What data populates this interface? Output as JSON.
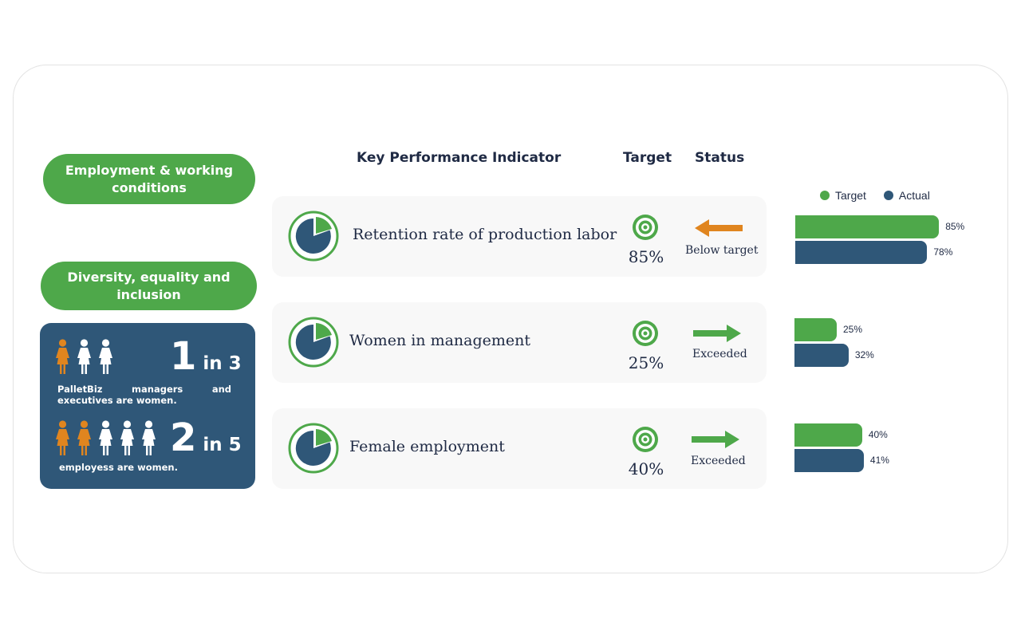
{
  "sections": {
    "employment_title": "Employment & working conditions",
    "diversity_title": "Diversity, equality and inclusion"
  },
  "dei": {
    "stat1": {
      "number": "1",
      "suffix": "in 3",
      "caption": "PalletBiz managers and executives are women.",
      "highlighted": 1,
      "total": 3
    },
    "stat2": {
      "number": "2",
      "suffix": "in 5",
      "caption": "employess are women.",
      "highlighted": 2,
      "total": 5
    }
  },
  "table_headers": {
    "kpi": "Key Performance Indicator",
    "target": "Target",
    "status": "Status"
  },
  "kpis": [
    {
      "label": "Retention rate of production labor",
      "target": "85%",
      "status": "Below target",
      "status_direction": "left",
      "status_color": "#e0851f"
    },
    {
      "label": "Women in management",
      "target": "25%",
      "status": "Exceeded",
      "status_direction": "right",
      "status_color": "#4ea84a"
    },
    {
      "label": "Female employment",
      "target": "40%",
      "status": "Exceeded",
      "status_direction": "right",
      "status_color": "#4ea84a"
    }
  ],
  "colors": {
    "green": "#4ea84a",
    "navy": "#2f5778",
    "orange": "#e0851f"
  },
  "chart_data": {
    "type": "bar",
    "orientation": "horizontal",
    "categories": [
      "Retention rate of production labor",
      "Women in management",
      "Female employment"
    ],
    "series": [
      {
        "name": "Target",
        "values": [
          85,
          25,
          40
        ],
        "color": "#4ea84a"
      },
      {
        "name": "Actual",
        "values": [
          78,
          32,
          41
        ],
        "color": "#2f5778"
      }
    ],
    "data_labels": [
      [
        "85%",
        "78%"
      ],
      [
        "25%",
        "32%"
      ],
      [
        "40%",
        "41%"
      ]
    ],
    "legend": [
      "Target",
      "Actual"
    ],
    "legend_position": "top"
  }
}
